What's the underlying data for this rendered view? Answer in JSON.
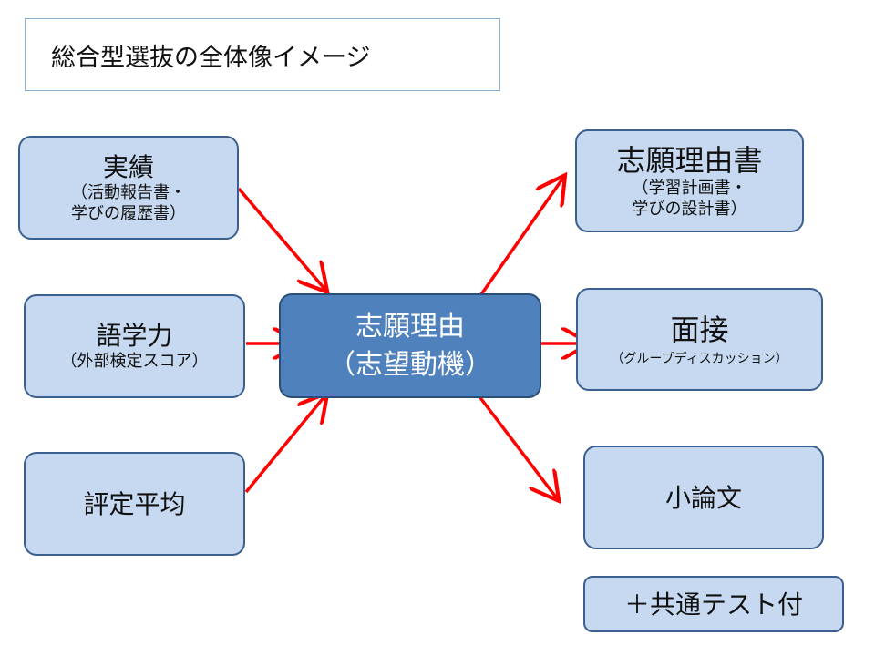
{
  "title": "総合型選抜の全体像イメージ",
  "inputs": {
    "achievement": {
      "main": "実績",
      "sub1": "（活動報告書・",
      "sub2": "学びの履歴書）"
    },
    "language": {
      "main": "語学力",
      "sub": "（外部検定スコア）"
    },
    "grades": {
      "main": "評定平均"
    }
  },
  "center": {
    "main": "志願理由",
    "sub": "（志望動機）"
  },
  "outputs": {
    "statement": {
      "main": "志願理由書",
      "sub1": "（学習計画書・",
      "sub2": "学びの設計書）"
    },
    "interview": {
      "main": "面接",
      "sub": "（グループディスカッション）"
    },
    "essay": {
      "main": "小論文"
    },
    "common_test": {
      "main": "＋共通テスト付"
    }
  },
  "colors": {
    "node_fill": "#c6d9f1",
    "node_border": "#3b5f8e",
    "center_fill": "#4f81bd",
    "arrow": "#ff0000"
  }
}
